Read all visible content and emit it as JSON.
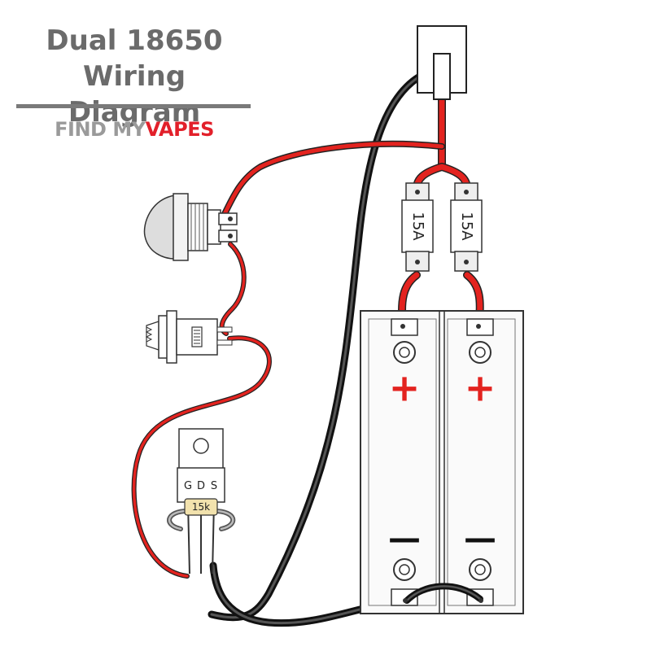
{
  "title_line1": "Dual 18650",
  "title_line2": "Wiring Diagram",
  "brand": {
    "part1": "FIND MY",
    "part2": "VAPES"
  },
  "fuses": [
    {
      "label": "15A"
    },
    {
      "label": "15A"
    }
  ],
  "battery_slots": [
    {
      "positive": "+",
      "negative": "—"
    },
    {
      "positive": "+",
      "negative": "—"
    }
  ],
  "mosfet": {
    "pins": [
      "G",
      "D",
      "S"
    ],
    "resistor": "15k"
  },
  "colors": {
    "positive_wire": "#e3231f",
    "negative_wire": "#222222",
    "title": "#6b6b6b",
    "brand_accent": "#e2202a"
  }
}
